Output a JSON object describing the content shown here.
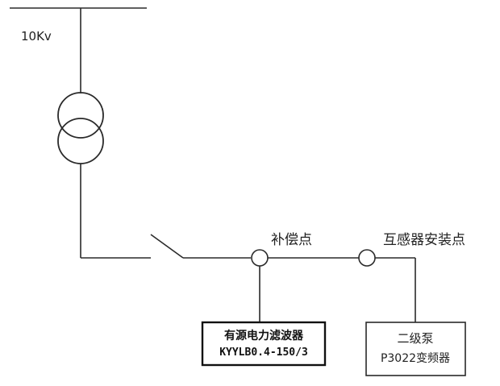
{
  "diagram": {
    "voltage_label": "10Kv",
    "compensation_point_label": "补偿点",
    "transformer_install_point_label": "互感器安装点",
    "filter": {
      "name": "有源电力滤波器",
      "model": "KYYLB0.4-150/3"
    },
    "pump": {
      "name": "二级泵",
      "model": "P3022变频器"
    }
  }
}
